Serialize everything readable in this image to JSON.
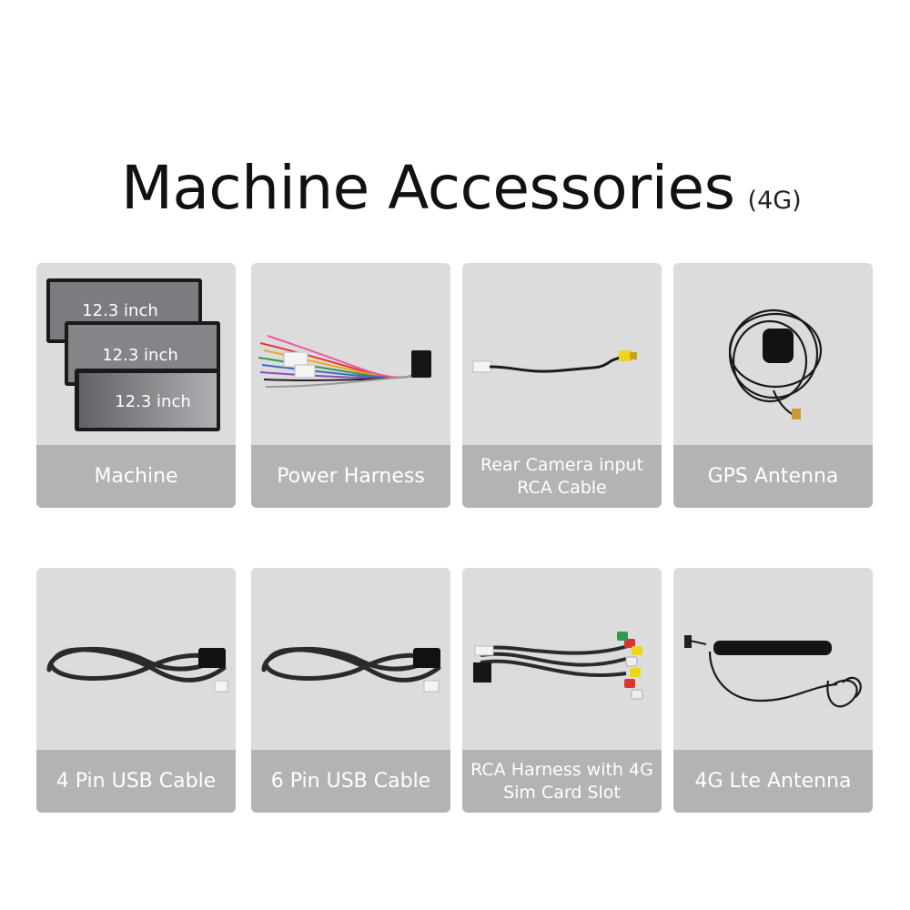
{
  "title": {
    "main": "Machine Accessories",
    "sub": "(4G)"
  },
  "machine": {
    "screen_label": "12.3 inch"
  },
  "items": [
    {
      "label": "Machine"
    },
    {
      "label": "Power Harness"
    },
    {
      "label": "Rear Camera input RCA Cable"
    },
    {
      "label": "GPS  Antenna"
    },
    {
      "label": "4 Pin USB Cable"
    },
    {
      "label": "6 Pin USB Cable"
    },
    {
      "label": "RCA Harness with 4G Sim Card Slot"
    },
    {
      "label": "4G Lte Antenna"
    }
  ]
}
